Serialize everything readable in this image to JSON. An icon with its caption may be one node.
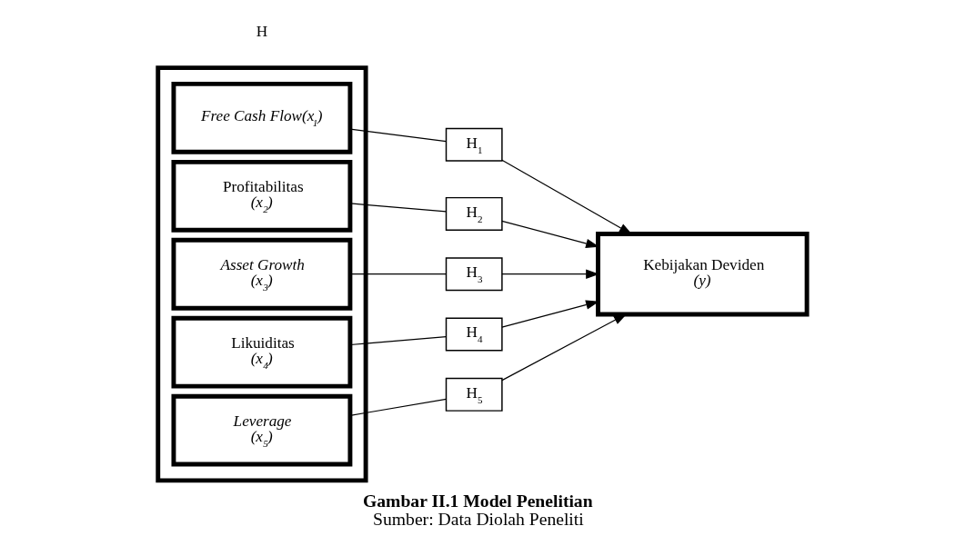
{
  "diagram": {
    "title": "Gambar II.1 Model Penelitian",
    "caption": "Sumber: Data Diolah Peneliti",
    "nodes": [
      {
        "text": [],
        "shape": "box"
      },
      {
        "text": [
          "*Free Cash Flow(x$_{1}$)*"
        ],
        "in": 0
      },
      {
        "text": [
          "Profitabilitas",
          "*(x$_{2}$)*"
        ],
        "in": 0
      },
      {
        "text": [
          "*Asset Growth*",
          "*(x$_{3}$)*"
        ],
        "in": 0
      },
      {
        "text": [
          "Likuiditas",
          "*(x$_{4}$)*"
        ],
        "in": 0
      },
      {
        "text": [
          "*Leverage*",
          "*(x$_{5}$)*"
        ],
        "in": 0
      },
      {
        "text": [
          "H$_{1}$"
        ]
      },
      {
        "text": [
          "H$_{2}$"
        ]
      },
      {
        "text": [
          "H$_{3}$"
        ]
      },
      {
        "text": [
          "H$_{4}$"
        ]
      },
      {
        "text": [
          "H$_{5}$"
        ]
      },
      {
        "text": [
          "Kebijakan Deviden",
          "*(y)*"
        ]
      }
    ],
    "edges": [
      {
        "from": 1,
        "to": 6,
        "arrow": "none"
      },
      {
        "from": 2,
        "to": 7,
        "arrow": "none"
      },
      {
        "from": 3,
        "to": 8,
        "arrow": "none"
      },
      {
        "from": 4,
        "to": 9,
        "arrow": "none"
      },
      {
        "from": 5,
        "to": 10,
        "arrow": "none"
      },
      {
        "from": 6,
        "to": 11,
        "arrow": "to"
      },
      {
        "from": 7,
        "to": 11,
        "arrow": "to"
      },
      {
        "from": 8,
        "to": 11,
        "arrow": "to"
      },
      {
        "from": 9,
        "to": 11,
        "arrow": "to"
      },
      {
        "from": 10,
        "to": 11,
        "arrow": "to"
      }
    ],
    "labels": [
      "H"
    ]
  }
}
